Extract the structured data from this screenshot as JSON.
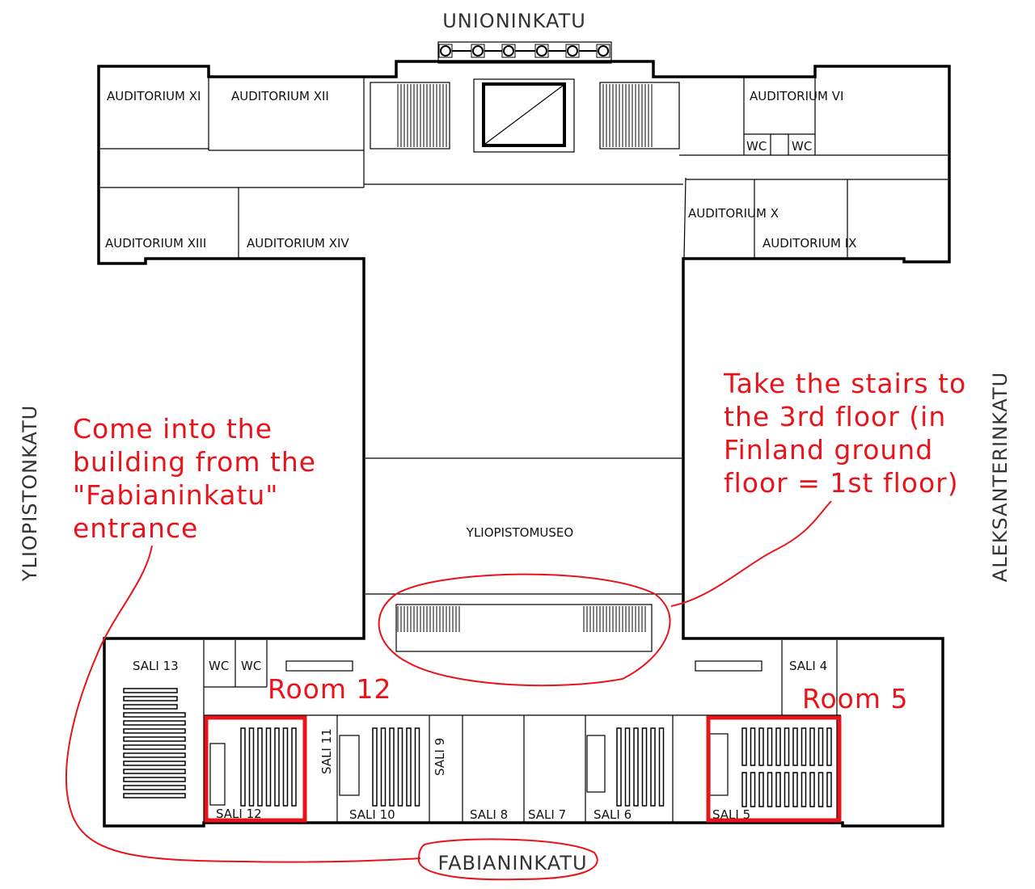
{
  "streets": {
    "north": "UNIONINKATU",
    "west": "YLIOPISTONKATU",
    "east": "ALEKSANTERINKATU",
    "south": "FABIANINKATU"
  },
  "auditoriums": {
    "xi": "AUDITORIUM XI",
    "xii": "AUDITORIUM XII",
    "xiii": "AUDITORIUM XIII",
    "xiv": "AUDITORIUM XIV",
    "vi": "AUDITORIUM VI",
    "x": "AUDITORIUM X",
    "ix": "AUDITORIUM IX"
  },
  "wc": "WC",
  "museum": "YLIOPISTOMUSEO",
  "salit": {
    "s13": "SALI 13",
    "s12": "SALI 12",
    "s11": "SALI 11",
    "s10": "SALI 10",
    "s9": "SALI 9",
    "s8": "SALI 8",
    "s7": "SALI 7",
    "s6": "SALI 6",
    "s5": "SALI 5",
    "s4": "SALI 4"
  },
  "annotations": {
    "entrance": [
      "Come into the",
      "building from the",
      "\"Fabianinkatu\"",
      "entrance"
    ],
    "stairs": [
      "Take the stairs to",
      "the 3rd floor (in",
      "Finland ground",
      "floor = 1st floor)"
    ],
    "room12": "Room 12",
    "room5": "Room 5"
  },
  "colors": {
    "annotation": "#e8141b"
  }
}
